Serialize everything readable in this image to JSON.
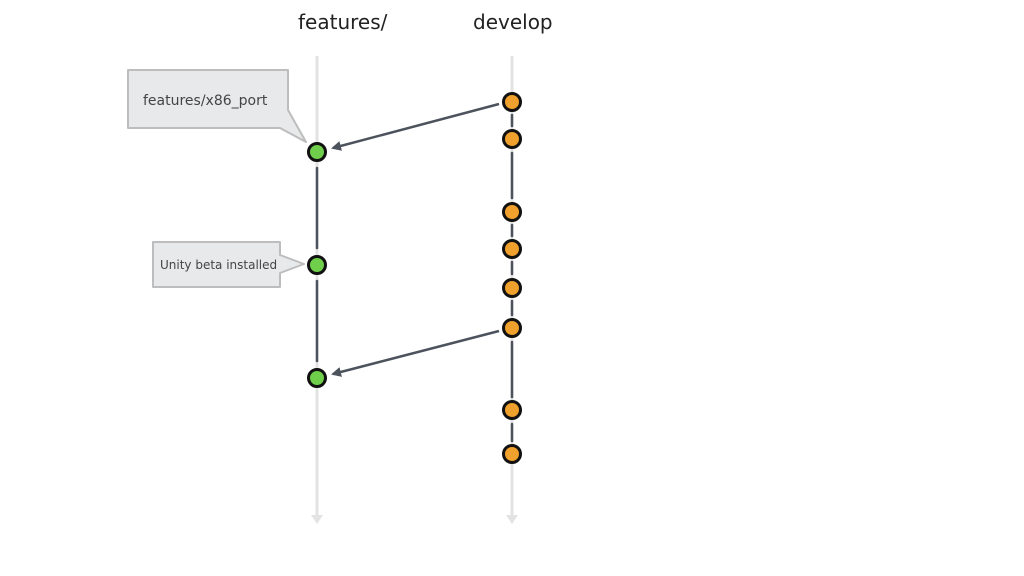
{
  "branches": {
    "features": {
      "title": "features/"
    },
    "develop": {
      "title": "develop"
    }
  },
  "callouts": [
    {
      "text": "features/x86_port",
      "target_commit": "feature-1"
    },
    {
      "text": "Unity beta installed",
      "target_commit": "feature-2"
    }
  ],
  "commits": {
    "features": [
      "feature-1",
      "feature-2",
      "feature-3"
    ],
    "develop": [
      "develop-1",
      "develop-2",
      "develop-3",
      "develop-4",
      "develop-5",
      "develop-6",
      "develop-7",
      "develop-8"
    ]
  },
  "merges": [
    {
      "from": "develop-1",
      "to": "feature-1"
    },
    {
      "from": "develop-6",
      "to": "feature-3"
    }
  ],
  "colors": {
    "features_commit": "#6fcf4a",
    "develop_commit": "#f0a02c",
    "commit_outline": "#111111",
    "lane_line": "#e3e3e3",
    "connector": "#4d535c",
    "callout_fill": "#e8e9ea",
    "callout_stroke": "#bdbdbd"
  }
}
